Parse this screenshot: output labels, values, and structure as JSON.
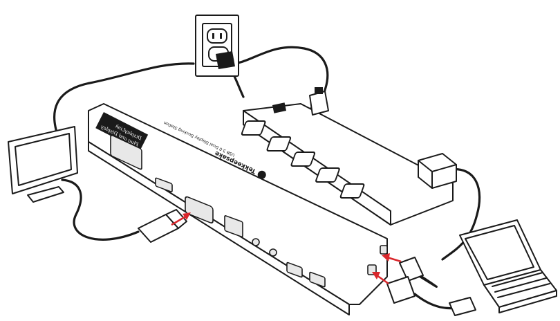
{
  "dock": {
    "brand_name": "Tekkeepsake",
    "model_text": "USB 3.0 Dual Display Docking Station",
    "label_brand": "DisplayLink",
    "label_caption": "Plug and Display"
  },
  "components": [
    "wall-outlet",
    "power-strip",
    "monitor",
    "vga-connector",
    "docking-station",
    "power-adapter",
    "laptop",
    "usb-cable"
  ],
  "colors": {
    "line": "#1a1a1a",
    "arrow": "#d9262b",
    "background": "#ffffff"
  }
}
